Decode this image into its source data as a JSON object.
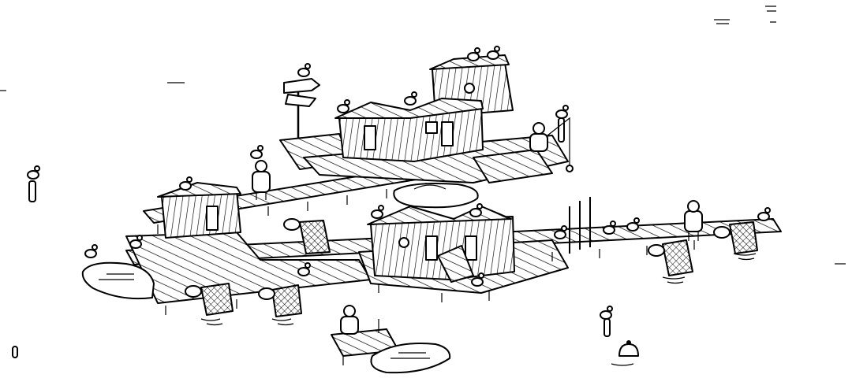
{
  "scene": {
    "background": "#ffffff",
    "ink": "#000000",
    "objects": [
      "signpost",
      "wooden-huts",
      "piers",
      "rowboats",
      "seagulls",
      "fishermen",
      "fishing-nets",
      "buoy"
    ]
  }
}
